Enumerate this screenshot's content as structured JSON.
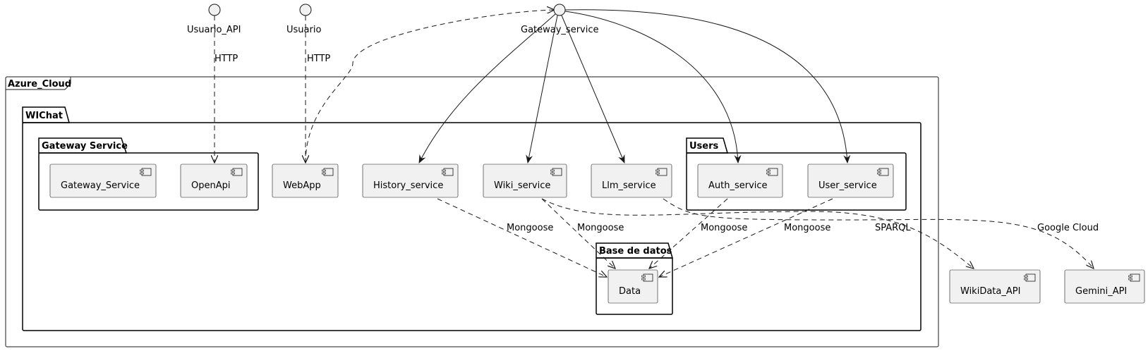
{
  "frame": {
    "title": "Azure_Cloud"
  },
  "packages": {
    "wichat": "WIChat",
    "gateway": "Gateway Service",
    "users": "Users",
    "database": "Base de datos"
  },
  "components": {
    "gateway_service": "Gateway_Service",
    "openapi": "OpenApi",
    "webapp": "WebApp",
    "history": "History_service",
    "wiki": "Wiki_service",
    "llm": "Llm_service",
    "auth": "Auth_service",
    "user": "User_service",
    "data": "Data",
    "wikidata_api": "WikiData_API",
    "gemini_api": "Gemini_API"
  },
  "interfaces": {
    "usuario_api": "Usuario_API",
    "usuario": "Usuario",
    "gateway_service": "Gateway_service"
  },
  "edge_labels": {
    "usuario_api_http": "HTTP",
    "usuario_http": "HTTP",
    "history_mongoose": "Mongoose",
    "wiki_mongoose": "Mongoose",
    "auth_mongoose": "Mongoose",
    "user_mongoose": "Mongoose",
    "wiki_sparql": "SPARQL",
    "llm_google": "Google Cloud"
  },
  "colors": {
    "component_fill": "#F1F1F1",
    "stroke": "#181818"
  }
}
